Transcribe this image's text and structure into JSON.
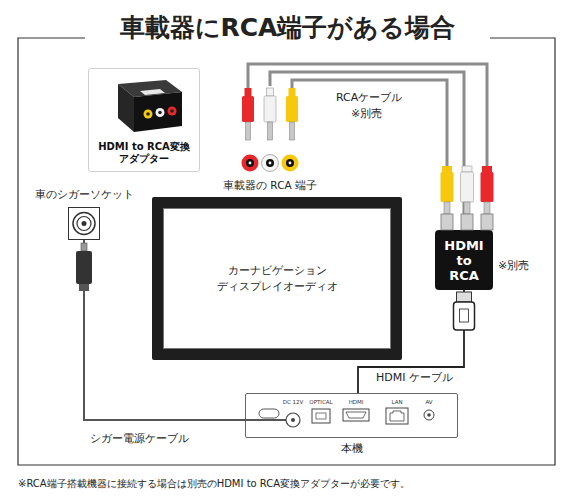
{
  "diagram": {
    "title": "車載器にRCA端子がある場合",
    "caption": "※RCA端子搭載機器に接続する場合は別売のHDMI to RCA変換アダプターが必要です。",
    "nodes": [
      {
        "text": [
          "HDMI to RCA変換 アダプター"
        ]
      },
      {
        "text": [
          "車のシガーソケット"
        ]
      },
      {
        "text": [
          "カーナビゲーション ディスプレイオーディオ"
        ]
      },
      {
        "text": [
          "車載器の RCA 端子"
        ]
      },
      {
        "text": [
          "HDMI to RCA"
        ]
      },
      {
        "text": [
          "本機"
        ]
      }
    ],
    "edges": [
      {
        "from": 3,
        "to": 4,
        "arrow": "none",
        "label": "RCAケーブル"
      },
      {
        "from": 4,
        "to": 5,
        "arrow": "none",
        "label": "HDMI ケーブル"
      },
      {
        "from": 1,
        "to": 5,
        "arrow": "none",
        "label": "シガー電源ケーブル"
      }
    ],
    "labels": [
      "※別売",
      "※別売",
      "DC 12V",
      "OPTICAL",
      "HDMI",
      "LAN",
      "AV"
    ]
  }
}
